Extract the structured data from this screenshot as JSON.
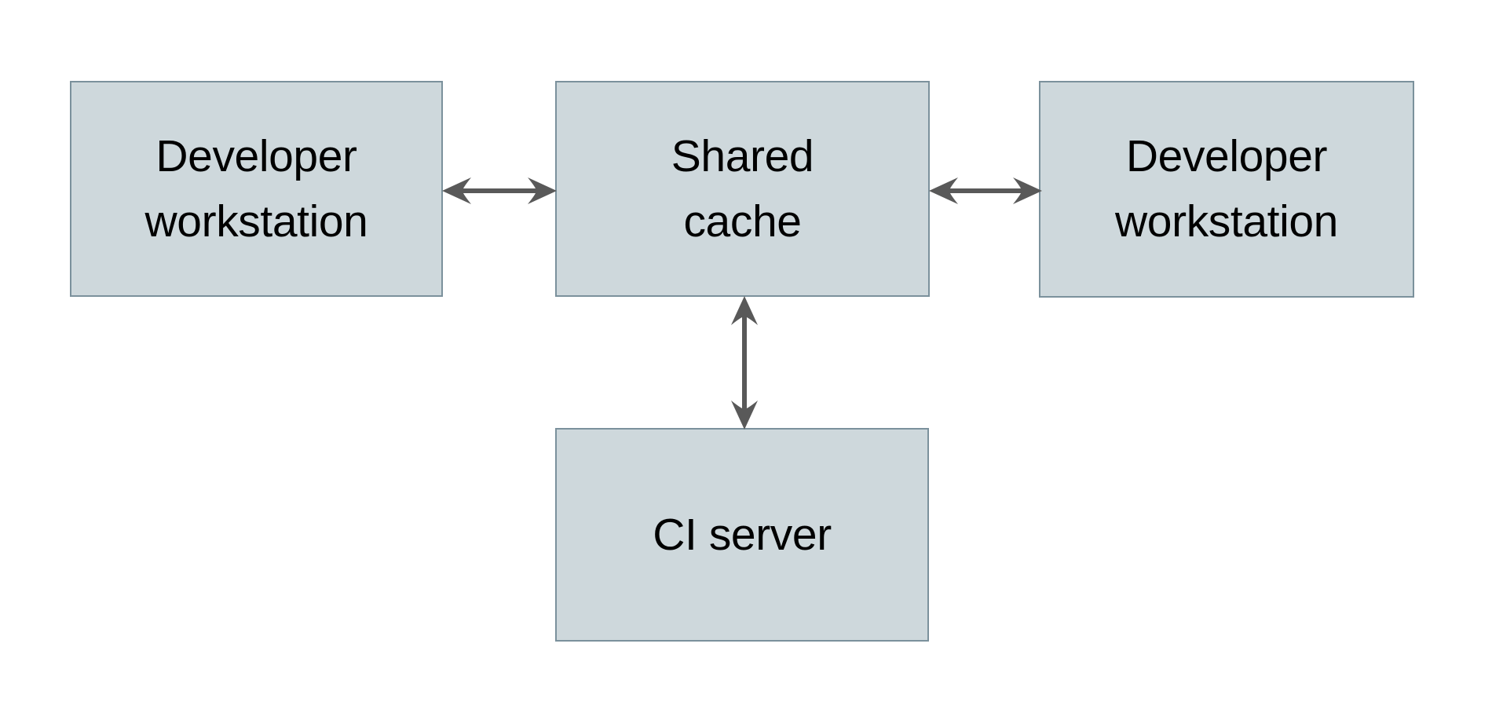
{
  "diagram": {
    "type": "block-diagram",
    "background_color": "#ffffff",
    "node_fill_color": "#ced8dc",
    "node_border_color": "#7b919c",
    "node_text_color": "#000000",
    "edge_color": "#595959",
    "nodes": [
      {
        "id": "dev-left",
        "label": "Developer\nworkstation",
        "shape": "rectangle"
      },
      {
        "id": "shared",
        "label": "Shared\ncache",
        "shape": "rectangle"
      },
      {
        "id": "dev-right",
        "label": "Developer\nworkstation",
        "shape": "rectangle"
      },
      {
        "id": "ci",
        "label": "CI server",
        "shape": "rectangle"
      }
    ],
    "edges": [
      {
        "id": "left-shared",
        "from": "dev-left",
        "to": "shared",
        "direction": "bidirectional",
        "orientation": "horizontal"
      },
      {
        "id": "shared-right",
        "from": "shared",
        "to": "dev-right",
        "direction": "bidirectional",
        "orientation": "horizontal"
      },
      {
        "id": "shared-ci",
        "from": "shared",
        "to": "ci",
        "direction": "bidirectional",
        "orientation": "vertical"
      }
    ]
  }
}
